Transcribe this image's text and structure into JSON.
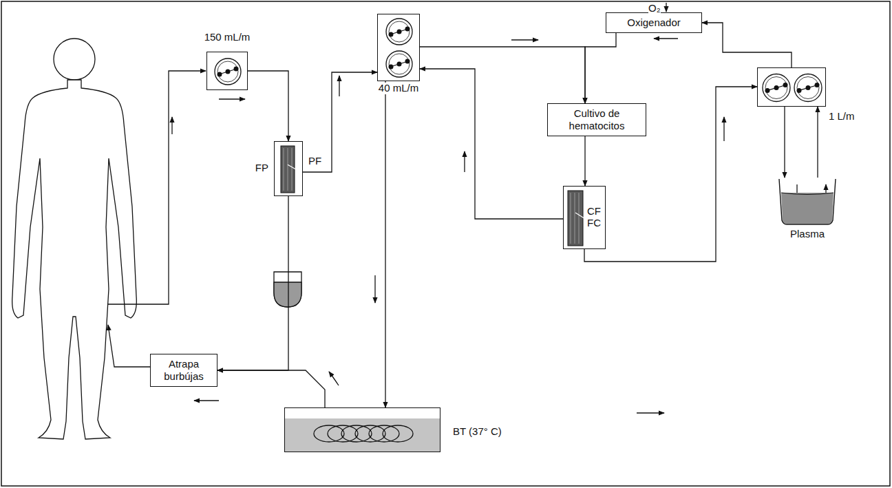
{
  "diagram": {
    "nodes": [
      {
        "text": [
          "150 mL/m"
        ]
      },
      {
        "text": [
          "FP",
          "PF"
        ]
      },
      {
        "text": [
          "40 mL/m"
        ]
      },
      {
        "text": [
          "Oxigenador"
        ]
      },
      {
        "text": [
          "1 L/m"
        ]
      },
      {
        "text": [
          "Cultivo de hematocitos"
        ]
      },
      {
        "text": [
          "CF",
          "FC"
        ]
      },
      {
        "text": [
          "Plasma"
        ]
      },
      {
        "text": [
          "Atrapa burbújas"
        ]
      },
      {
        "text": [
          "BT (37° C)"
        ]
      }
    ],
    "edges": [
      {
        "from": 0,
        "to": 1,
        "arrow": "to"
      },
      {
        "from": 1,
        "to": 2,
        "arrow": "to"
      },
      {
        "from": 2,
        "to": 5,
        "arrow": "to"
      },
      {
        "from": 3,
        "to": 5,
        "arrow": "to"
      },
      {
        "from": 5,
        "to": 6,
        "arrow": "to"
      },
      {
        "from": 6,
        "to": 2,
        "arrow": "to"
      },
      {
        "from": 2,
        "to": 9,
        "arrow": "to"
      },
      {
        "from": 6,
        "to": 4,
        "arrow": "to"
      },
      {
        "from": 4,
        "to": 7,
        "arrow": "to"
      },
      {
        "from": 7,
        "to": 4,
        "arrow": "to"
      },
      {
        "from": 4,
        "to": 3,
        "arrow": "to"
      },
      {
        "from": 1,
        "to": 8,
        "arrow": "to"
      },
      {
        "from": 9,
        "to": 8,
        "arrow": "to"
      }
    ],
    "labels": [
      "O₂"
    ]
  }
}
